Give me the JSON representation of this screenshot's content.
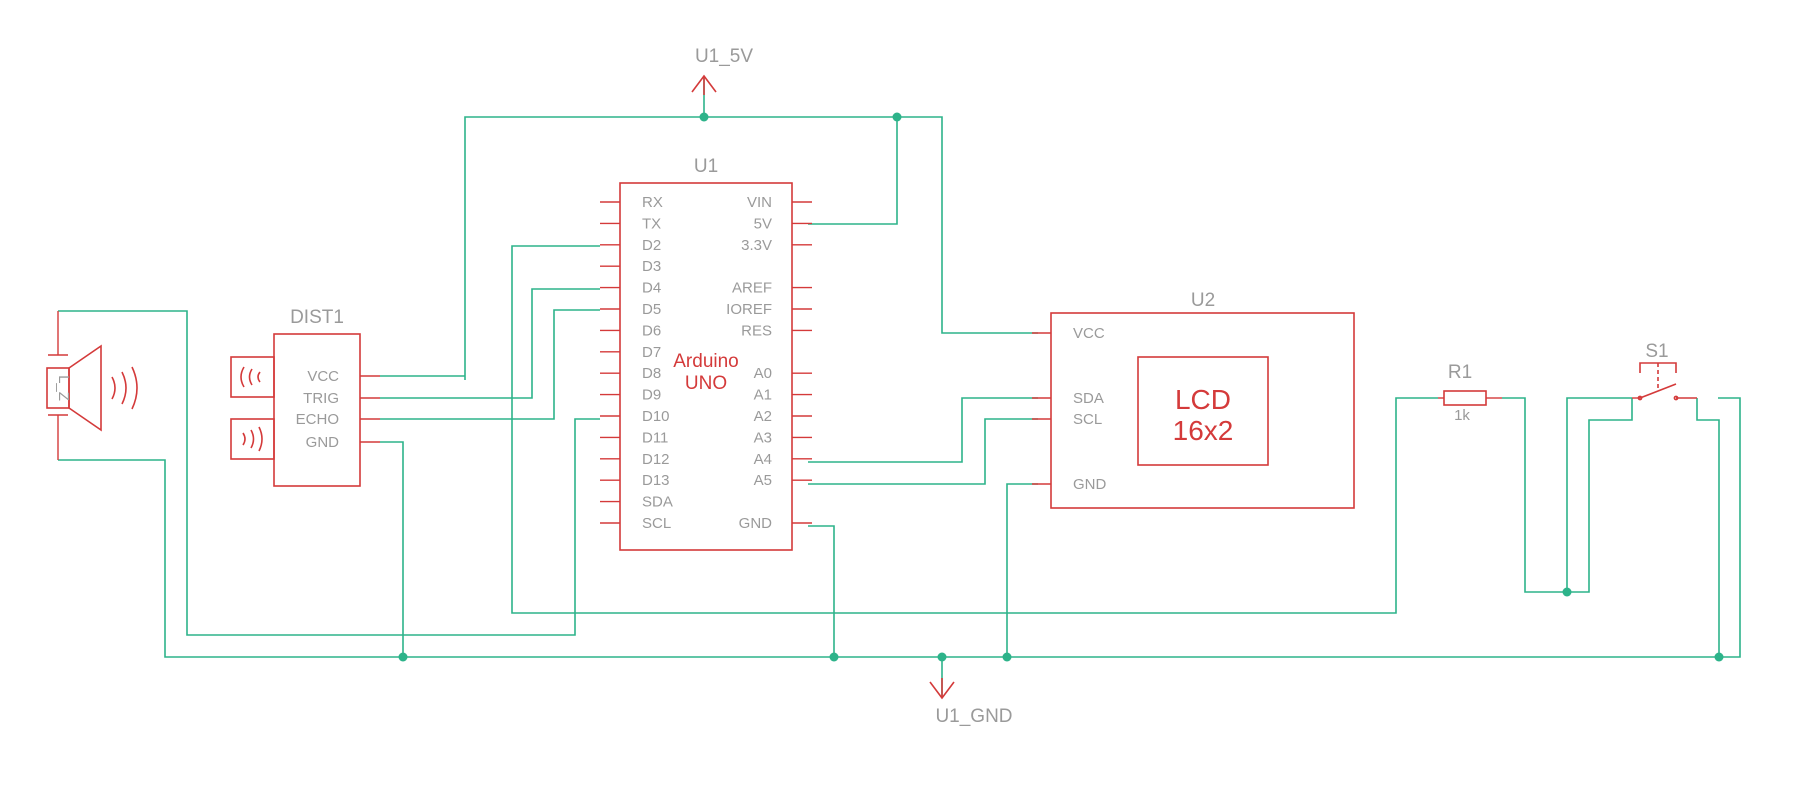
{
  "power_nets": {
    "vcc": "U1_5V",
    "gnd": "U1_GND"
  },
  "speaker": {
    "label": "L_Z"
  },
  "dist1": {
    "ref": "DIST1",
    "pins": [
      "VCC",
      "TRIG",
      "ECHO",
      "GND"
    ]
  },
  "u1": {
    "ref": "U1",
    "name_line1": "Arduino",
    "name_line2": "UNO",
    "left_pins": [
      "RX",
      "TX",
      "D2",
      "D3",
      "D4",
      "D5",
      "D6",
      "D7",
      "D8",
      "D9",
      "D10",
      "D11",
      "D12",
      "D13",
      "SDA",
      "SCL"
    ],
    "right_pins": [
      "VIN",
      "5V",
      "3.3V",
      "",
      "AREF",
      "IOREF",
      "RES",
      "",
      "A0",
      "A1",
      "A2",
      "A3",
      "A4",
      "A5",
      "",
      "GND"
    ]
  },
  "u2": {
    "ref": "U2",
    "pins": [
      "VCC",
      "SDA",
      "SCL",
      "GND"
    ],
    "display_line1": "LCD",
    "display_line2": "16x2"
  },
  "r1": {
    "ref": "R1",
    "value": "1k"
  },
  "s1": {
    "ref": "S1"
  },
  "colors": {
    "wire": "#2db38a",
    "part": "#d43a3a",
    "label": "#9a9a9a"
  }
}
